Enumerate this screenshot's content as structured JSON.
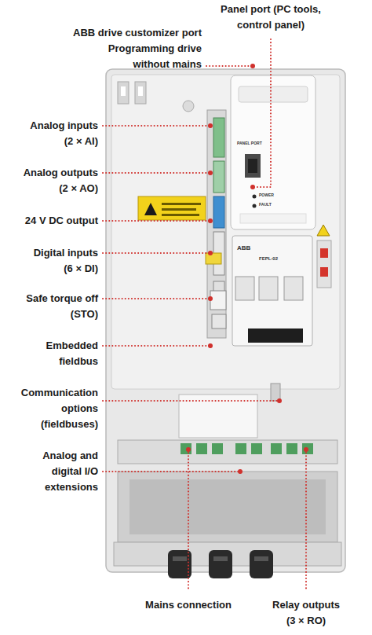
{
  "diagram": {
    "labels": [
      "Panel port (PC tools, control panel)",
      "ABB drive customizer port Programming drive without mains",
      "Analog inputs (2 × AI)",
      "Analog outputs (2 × AO)",
      "24 V DC output",
      "Digital inputs (6 × DI)",
      "Safe torque off (STO)",
      "Embedded fieldbus",
      "Communication options (fieldbuses)",
      "Analog and digital I/O extensions",
      "Mains connection",
      "Relay outputs (3 × RO)",
      "PANEL PORT",
      "POWER",
      "FAULT",
      "ABB",
      "FEPL-02"
    ]
  }
}
